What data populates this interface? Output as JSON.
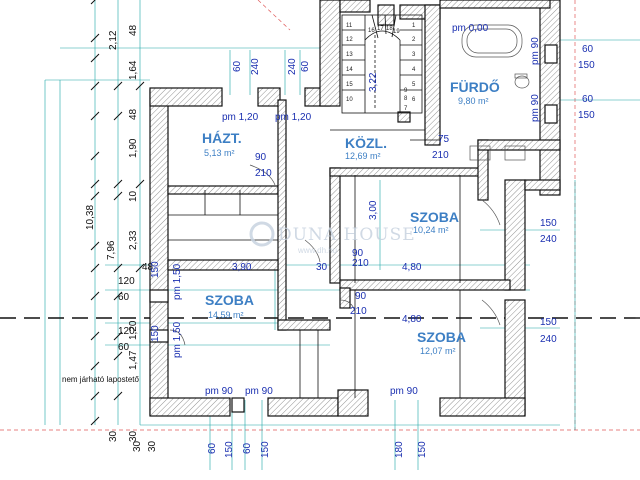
{
  "rooms": {
    "furdo": {
      "name": "FÜRDŐ",
      "area": "9,80 m²"
    },
    "haztart": {
      "name": "HÁZT.",
      "area": "5,13 m²"
    },
    "kozl": {
      "name": "KÖZL.",
      "area": "12,69 m²"
    },
    "szoba1": {
      "name": "SZOBA",
      "area": "10,24 m²"
    },
    "szoba2": {
      "name": "SZOBA",
      "area": "14,59 m²"
    },
    "szoba3": {
      "name": "SZOBA",
      "area": "12,07 m²"
    }
  },
  "labels": {
    "pm_000": "pm 0,00",
    "pm_120_a": "pm 1,20",
    "pm_120_b": "pm 1,20",
    "pm_90_furdo_a": "pm 90",
    "pm_90_furdo_b": "pm 90",
    "pm_150_a": "pm 1,50",
    "pm_150_b": "pm 1,50",
    "pm_90_bottom_a": "pm 90",
    "pm_90_bottom_b": "pm 90",
    "pm_90_bottom_c": "pm 90",
    "roof_note": "nem járható lapostető",
    "stair_322": "3,22"
  },
  "dims": {
    "d60_a": "60",
    "d240_a": "240",
    "d60_b": "60",
    "d240_b": "240",
    "d60_r1": "60",
    "d150_r1": "150",
    "d60_r2": "60",
    "d150_r2": "150",
    "d75": "75",
    "d210_k": "210",
    "d90_h": "90",
    "d210_h": "210",
    "d300": "3,00",
    "d390": "3,90",
    "d30": "30",
    "d480_a": "4,80",
    "d480_b": "4,80",
    "d90_m": "90",
    "d210_m": "210",
    "d90_n": "90",
    "d210_n": "210",
    "d150_s1": "150",
    "d240_s1": "240",
    "d150_s2": "150",
    "d240_s2": "240",
    "v212": "2,12",
    "v48_a": "48",
    "v164": "1,64",
    "v48_b": "48",
    "v190": "1,90",
    "v10": "10",
    "v233": "2,33",
    "v48_c": "48",
    "v1038": "10,38",
    "v796": "7,96",
    "v120_a": "120",
    "v60_a": "60",
    "v120_b": "120",
    "v60_b": "60",
    "v120_c": "1,20",
    "v147": "1,47",
    "v30_a": "30",
    "v30_b": "30",
    "v150_l1": "150",
    "v150_l2": "150",
    "b30_a": "30",
    "b30_b": "30",
    "b60_a": "60",
    "b150_a": "150",
    "b60_b": "60",
    "b150_b": "150",
    "b180": "180",
    "b150_c": "150"
  },
  "stair_steps": [
    "11",
    "12",
    "13",
    "14",
    "15",
    "16",
    "17",
    "18",
    "19",
    "1",
    "2",
    "3",
    "4",
    "5",
    "6",
    "7",
    "8",
    "9",
    "10"
  ],
  "watermark": {
    "brand": "DUNA HOUSE",
    "url": "www.dh.hu"
  },
  "colors": {
    "room_text": "#3d7fc4",
    "dim_text": "#1a2fb0",
    "dim_line": "#1aa6a6",
    "cut_line": "#e05a5a",
    "wall": "#111111"
  }
}
